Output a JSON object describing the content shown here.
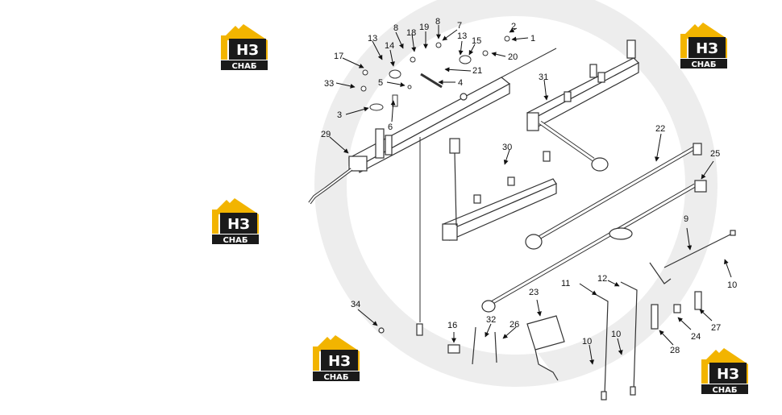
{
  "brand": {
    "mark": "НЗ",
    "name": "СНАБ",
    "colors": {
      "accent": "#f2b400",
      "dark": "#1a1a1a",
      "light": "#ffffff"
    }
  },
  "callouts": [
    {
      "id": "c1",
      "label": "1"
    },
    {
      "id": "c2",
      "label": "2"
    },
    {
      "id": "c3",
      "label": "3"
    },
    {
      "id": "c4",
      "label": "4"
    },
    {
      "id": "c5",
      "label": "5"
    },
    {
      "id": "c6",
      "label": "6"
    },
    {
      "id": "c7",
      "label": "7"
    },
    {
      "id": "c8a",
      "label": "8"
    },
    {
      "id": "c8b",
      "label": "8"
    },
    {
      "id": "c9",
      "label": "9"
    },
    {
      "id": "c10a",
      "label": "10"
    },
    {
      "id": "c10b",
      "label": "10"
    },
    {
      "id": "c10c",
      "label": "10"
    },
    {
      "id": "c11",
      "label": "11"
    },
    {
      "id": "c12",
      "label": "12"
    },
    {
      "id": "c13a",
      "label": "13"
    },
    {
      "id": "c13b",
      "label": "13"
    },
    {
      "id": "c14",
      "label": "14"
    },
    {
      "id": "c15",
      "label": "15"
    },
    {
      "id": "c16",
      "label": "16"
    },
    {
      "id": "c17",
      "label": "17"
    },
    {
      "id": "c18",
      "label": "18"
    },
    {
      "id": "c19",
      "label": "19"
    },
    {
      "id": "c20",
      "label": "20"
    },
    {
      "id": "c21",
      "label": "21"
    },
    {
      "id": "c22",
      "label": "22"
    },
    {
      "id": "c23",
      "label": "23"
    },
    {
      "id": "c24",
      "label": "24"
    },
    {
      "id": "c25",
      "label": "25"
    },
    {
      "id": "c26",
      "label": "26"
    },
    {
      "id": "c27",
      "label": "27"
    },
    {
      "id": "c28",
      "label": "28"
    },
    {
      "id": "c29",
      "label": "29"
    },
    {
      "id": "c30",
      "label": "30"
    },
    {
      "id": "c31",
      "label": "31"
    },
    {
      "id": "c32",
      "label": "32"
    },
    {
      "id": "c33",
      "label": "33"
    },
    {
      "id": "c34",
      "label": "34"
    }
  ]
}
